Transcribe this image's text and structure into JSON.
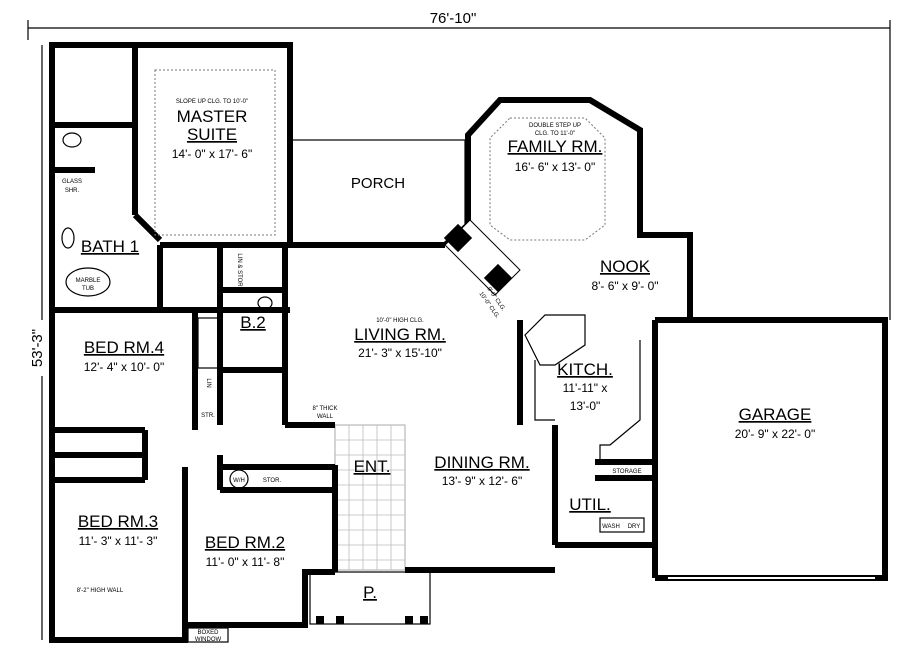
{
  "overall": {
    "width": "76'-10\"",
    "depth": "53'-3\""
  },
  "rooms": {
    "master": {
      "note": "SLOPE UP CLG. TO 10'-0\"",
      "name1": "MASTER",
      "name2": "SUITE",
      "size": "14'- 0\" x 17'- 6\""
    },
    "bath1": {
      "name": "BATH 1"
    },
    "glass_shower": {
      "line1": "GLASS",
      "line2": "SHR."
    },
    "marble_tub": {
      "line1": "MARBLE",
      "line2": "TUB"
    },
    "lin_stor": {
      "label": "LIN & STOR"
    },
    "porch": {
      "name": "PORCH"
    },
    "family": {
      "note1": "DOUBLE STEP UP",
      "note2": "CLG. TO 11'-0\"",
      "name": "FAMILY RM.",
      "size": "16'- 6\" x 13'- 0\""
    },
    "fireplace": {
      "note1": "9'-0\" CLG.",
      "note2": "10'-0\" CLG."
    },
    "nook": {
      "name": "NOOK",
      "size": "8'- 6\" x 9'- 0\""
    },
    "living": {
      "note": "10'-0\" HIGH CLG.",
      "name": "LIVING RM.",
      "size": "21'- 3\" x 15'-10\""
    },
    "b2": {
      "name": "B.2"
    },
    "lin": {
      "label": "LIN"
    },
    "str": {
      "label": "STR."
    },
    "wall_note": {
      "line1": "8\" THICK",
      "line2": "WALL"
    },
    "bed4": {
      "name": "BED RM.4",
      "size": "12'- 4\" x 10'- 0\""
    },
    "kitchen": {
      "name": "KITCH.",
      "size1": "11'-11\" x",
      "size2": "13'-0\""
    },
    "garage": {
      "name": "GARAGE",
      "size": "20'- 9\" x 22'- 0\""
    },
    "entry": {
      "name": "ENT."
    },
    "dining": {
      "name": "DINING RM.",
      "size": "13'- 9\" x 12'- 6\""
    },
    "wh": {
      "label": "W/H"
    },
    "stor": {
      "label": "STOR."
    },
    "storage": {
      "label": "STORAGE"
    },
    "util": {
      "name": "UTIL."
    },
    "wash": {
      "label": "WASH"
    },
    "dry": {
      "label": "DRY"
    },
    "bed3": {
      "name": "BED RM.3",
      "size": "11'- 3\" x 11'- 3\"",
      "note": "8'-2\" HIGH WALL"
    },
    "bed2": {
      "name": "BED RM.2",
      "size": "11'- 0\" x 11'- 8\""
    },
    "boxed_window": {
      "line1": "BOXED",
      "line2": "WINDOW"
    },
    "porch_small": {
      "name": "P."
    }
  }
}
